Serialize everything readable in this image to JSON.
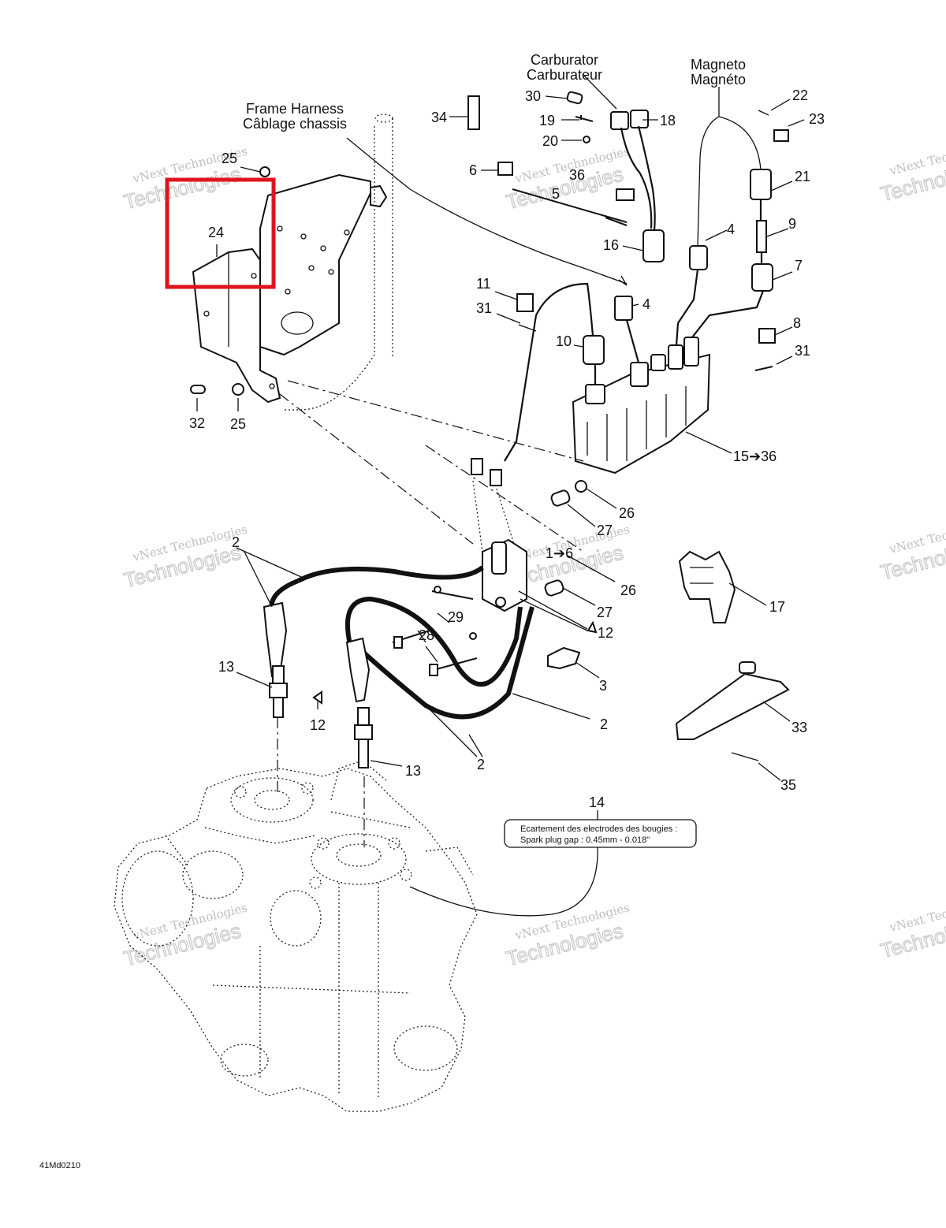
{
  "captions": {
    "carburator": [
      "Carburator",
      "Carburateur"
    ],
    "magneto": [
      "Magneto",
      "Magnéto"
    ],
    "frame_harness": [
      "Frame Harness",
      "Câblage chassis"
    ]
  },
  "callouts": {
    "c22": "22",
    "c23": "23",
    "c21": "21",
    "c9": "9",
    "c7": "7",
    "c8": "8",
    "c31b": "31",
    "c30": "30",
    "c18": "18",
    "c19": "19",
    "c20": "20",
    "c34": "34",
    "c6": "6",
    "c36": "36",
    "c5": "5",
    "c16": "16",
    "c4a": "4",
    "c4b": "4",
    "c25a": "25",
    "c24": "24",
    "c11": "11",
    "c31a": "31",
    "c10": "10",
    "c32": "32",
    "c25b": "25",
    "c15": "15➔36",
    "c26a": "26",
    "c27a": "27",
    "c1": "1➔6",
    "c26b": "26",
    "c27b": "27",
    "c2a": "2",
    "c29": "29",
    "c28": "28",
    "c12a": "12",
    "c17": "17",
    "c3": "3",
    "c13a": "13",
    "c12b": "12",
    "c2b": "2",
    "c33": "33",
    "c13b": "13",
    "c2c": "2",
    "c35": "35",
    "c14": "14"
  },
  "spark_label": {
    "line1": "Ecartement des electrodes des bougies :",
    "line2": "Spark plug gap :   0.45mm - 0.018\""
  },
  "watermark": {
    "line1": "vNext Technologies",
    "line2": "Technologies"
  },
  "figure_code": "41Md0210",
  "highlight_color": "#e0141e"
}
